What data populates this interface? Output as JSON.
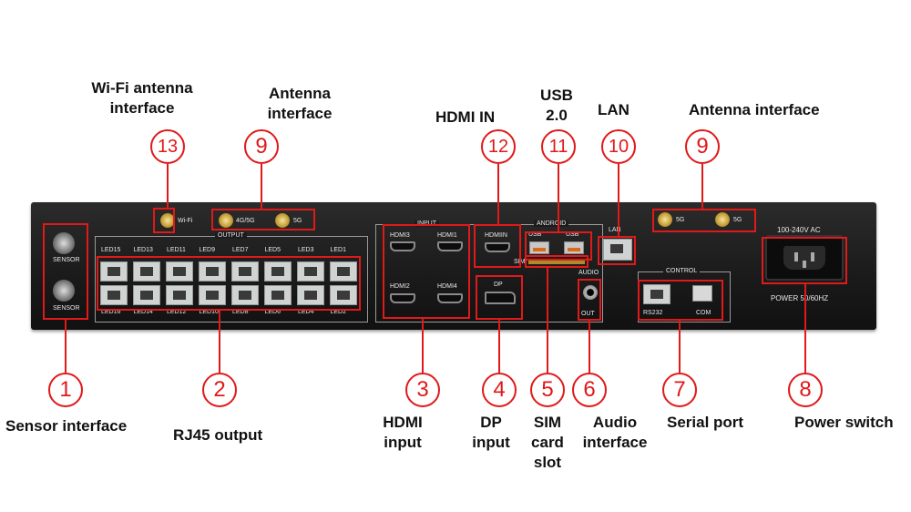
{
  "callouts": [
    {
      "number": "1",
      "label": "Sensor interface"
    },
    {
      "number": "2",
      "label": "RJ45 output"
    },
    {
      "number": "3",
      "label": "HDMI input"
    },
    {
      "number": "4",
      "label": "DP input"
    },
    {
      "number": "5",
      "label": "SIM card slot"
    },
    {
      "number": "6",
      "label": "Audio interface"
    },
    {
      "number": "7",
      "label": "Serial port"
    },
    {
      "number": "8",
      "label": "Power switch"
    },
    {
      "number": "9",
      "label": "Antenna interface"
    },
    {
      "number": "10",
      "label": "LAN"
    },
    {
      "number": "11",
      "label": "USB 2.0"
    },
    {
      "number": "12",
      "label": "HDMI IN"
    },
    {
      "number": "13",
      "label": "Wi-Fi antenna interface"
    }
  ],
  "panel": {
    "wifi": "Wi-Fi",
    "ant_4g5g": "4G/5G",
    "ant_5g": "5G",
    "output": "OUTPUT",
    "input": "INPUT",
    "android": "ANDROID",
    "audio": "AUDIO",
    "control": "CONTROL",
    "sensor": "SENSOR",
    "hdmi1": "HDMI1",
    "hdmi2": "HDMI2",
    "hdmi3": "HDMI3",
    "hdmi4": "HDMI4",
    "hdmiin": "HDMIIN",
    "usb": "USB",
    "lan": "LAN",
    "dp": "DP",
    "sim": "SIM",
    "out": "OUT",
    "rs232": "RS232",
    "com": "COM",
    "voltage": "100-240V AC",
    "power": "POWER 50/60HZ",
    "led_top": [
      "LED15",
      "LED13",
      "LED11",
      "LED9",
      "LED7",
      "LED5",
      "LED3",
      "LED1"
    ],
    "led_bottom": [
      "LED16",
      "LED14",
      "LED12",
      "LED10",
      "LED8",
      "LED6",
      "LED4",
      "LED2"
    ]
  },
  "colors": {
    "accent": "#e01919",
    "device": "#1c1c1c"
  }
}
